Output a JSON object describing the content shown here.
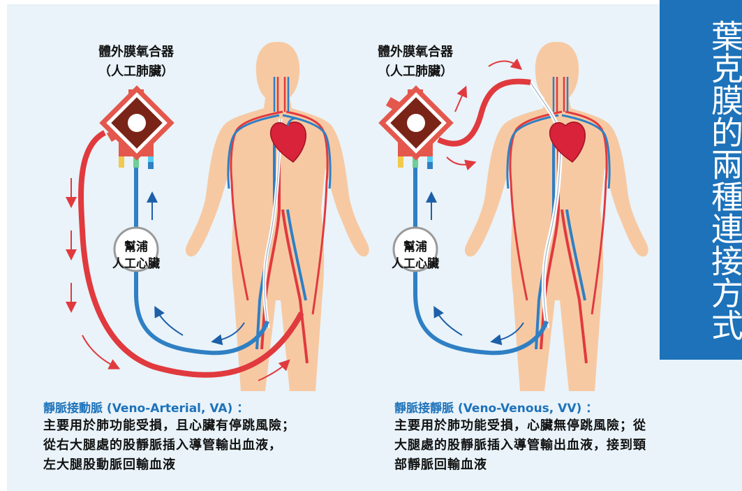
{
  "title": "葉克膜的兩種連接方式",
  "left": {
    "oxygenator_line1": "體外膜氧合器",
    "oxygenator_line2": "（人工肺臟）",
    "pump_line1": "幫浦",
    "pump_line2": "人工心臟",
    "caption_title": "靜脈接動脈 (Veno-Arterial, VA) ：",
    "caption_lines": [
      "主要用於肺功能受損，且心臟有停跳風險；",
      "從右大腿處的股靜脈插入導管輸出血液，",
      "左大腿股動脈回輸血液"
    ]
  },
  "right": {
    "oxygenator_line1": "體外膜氧合器",
    "oxygenator_line2": "（人工肺臟）",
    "pump_line1": "幫浦",
    "pump_line2": "人工心臟",
    "caption_title": "靜脈接靜脈 (Veno-Venous, VV) ：",
    "caption_lines": [
      "主要用於肺功能受損，心臟無停跳風險；從",
      "大腿處的股靜脈插入導管輸出血液，接到頸",
      "部靜脈回輸血液"
    ]
  },
  "colors": {
    "panel_bg": "#e9f3f9",
    "title_bg": "#1d72ba",
    "artery_red": "#e03a3e",
    "vein_blue": "#2f7fc4",
    "skin": "#f7c9a3",
    "oxygenator_brown": "#7a2418"
  }
}
